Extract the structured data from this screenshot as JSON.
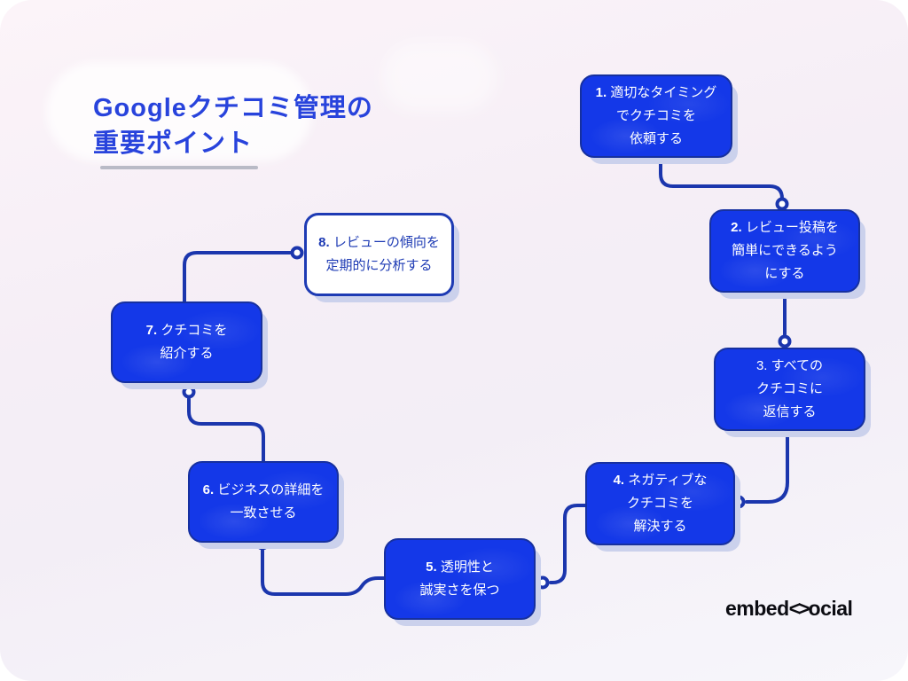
{
  "title": {
    "line1": "Googleクチコミ管理の",
    "line2": "重要ポイント"
  },
  "steps": [
    {
      "num": "1.",
      "text": "適切なタイミング\nでクチコミを\n依頼する",
      "style": "blue"
    },
    {
      "num": "2.",
      "text": "レビュー投稿を\n簡単にできるよう\nにする",
      "style": "blue"
    },
    {
      "num": "3.",
      "text": "すべての\nクチコミに\n返信する",
      "style": "blue"
    },
    {
      "num": "4.",
      "text": "ネガティブな\nクチコミを\n解決する",
      "style": "blue"
    },
    {
      "num": "5.",
      "text": "透明性と\n誠実さを保つ",
      "style": "blue"
    },
    {
      "num": "6.",
      "text": "ビジネスの詳細を\n一致させる",
      "style": "blue"
    },
    {
      "num": "7.",
      "text": "クチコミを\n紹介する",
      "style": "blue"
    },
    {
      "num": "8.",
      "text": "レビューの傾向を\n定期的に分析する",
      "style": "white"
    }
  ],
  "logo": {
    "prefix": "embed",
    "glyph": "<>",
    "suffix": "ocial"
  },
  "colors": {
    "box_blue": "#1438e8",
    "box_border": "#16309f",
    "connector_navy": "#1b36ad",
    "title_blue": "#2843dc",
    "background_lavender": "#f3eef6",
    "shadow": "#cbd1ec",
    "logo_black": "#0c0c12"
  }
}
